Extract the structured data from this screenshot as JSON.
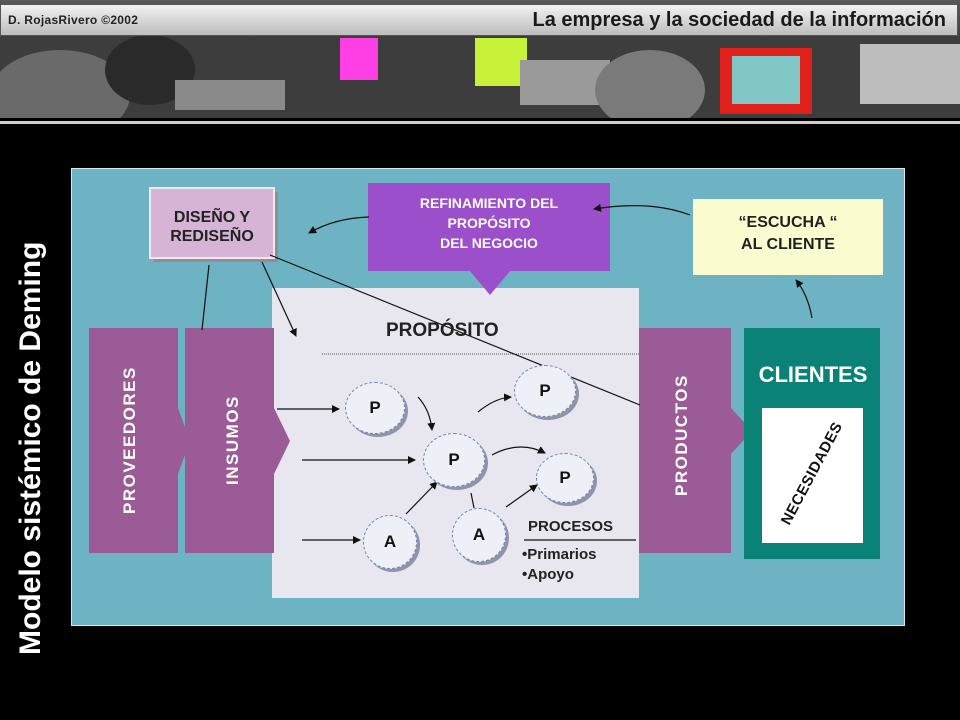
{
  "header": {
    "author": "D. RojasRivero ©2002",
    "title": "La empresa y la sociedad de la información"
  },
  "side_title": "Modelo sistémico de Deming",
  "diagram": {
    "diseno": [
      "DISEÑO Y",
      "REDISEÑO"
    ],
    "refinamiento": [
      "REFINAMIENTO DEL",
      "PROPÓSITO",
      "DEL NEGOCIO"
    ],
    "escucha": [
      "“ESCUCHA “",
      "AL CLIENTE"
    ],
    "proveedores": "PROVEEDORES",
    "insumos": "INSUMOS",
    "proposito": "PROPÓSITO",
    "productos": "PRODUCTOS",
    "clientes": "CLIENTES",
    "necesidades": "NECESIDADES",
    "procesos": "PROCESOS",
    "primarios": "•Primarios",
    "apoyo": "•Apoyo",
    "nodes": {
      "p1": "P",
      "p2": "P",
      "p3": "P",
      "p4": "P",
      "a1": "A",
      "a2": "A"
    }
  },
  "colors": {
    "panel": "#6db3c4",
    "purple": "#9a5b96",
    "violet": "#9b4fcb",
    "lavender": "#d5b4d6",
    "yellow": "#fbfbd0",
    "teal": "#0b8278"
  }
}
